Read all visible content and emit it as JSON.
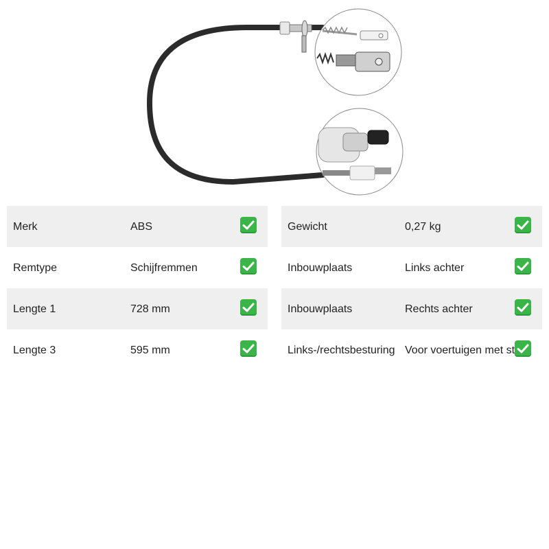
{
  "image": {
    "alt": "handbrake-cable-product-photo"
  },
  "specs_left": [
    {
      "label": "Merk",
      "value": "ABS",
      "icon": "checkmark-icon"
    },
    {
      "label": "Remtype",
      "value": "Schijfremmen",
      "icon": "checkmark-icon"
    },
    {
      "label": "Lengte 1",
      "value": "728 mm",
      "icon": "checkmark-icon"
    },
    {
      "label": "Lengte 3",
      "value": "595 mm",
      "icon": "checkmark-icon"
    }
  ],
  "specs_right": [
    {
      "label": "Gewicht",
      "value": "0,27 kg",
      "icon": "checkmark-icon"
    },
    {
      "label": "Inbouwplaats",
      "value": "Links achter",
      "icon": "checkmark-icon"
    },
    {
      "label": "Inbouwplaats",
      "value": "Rechts achter",
      "icon": "checkmark-icon"
    },
    {
      "label": "Links-/rechtsbesturing",
      "value": "Voor voertuigen met stuur",
      "icon": "checkmark-icon"
    }
  ],
  "colors": {
    "check": "#3bb54a",
    "row_shade": "#efefef",
    "cable": "#2b2b2b"
  }
}
